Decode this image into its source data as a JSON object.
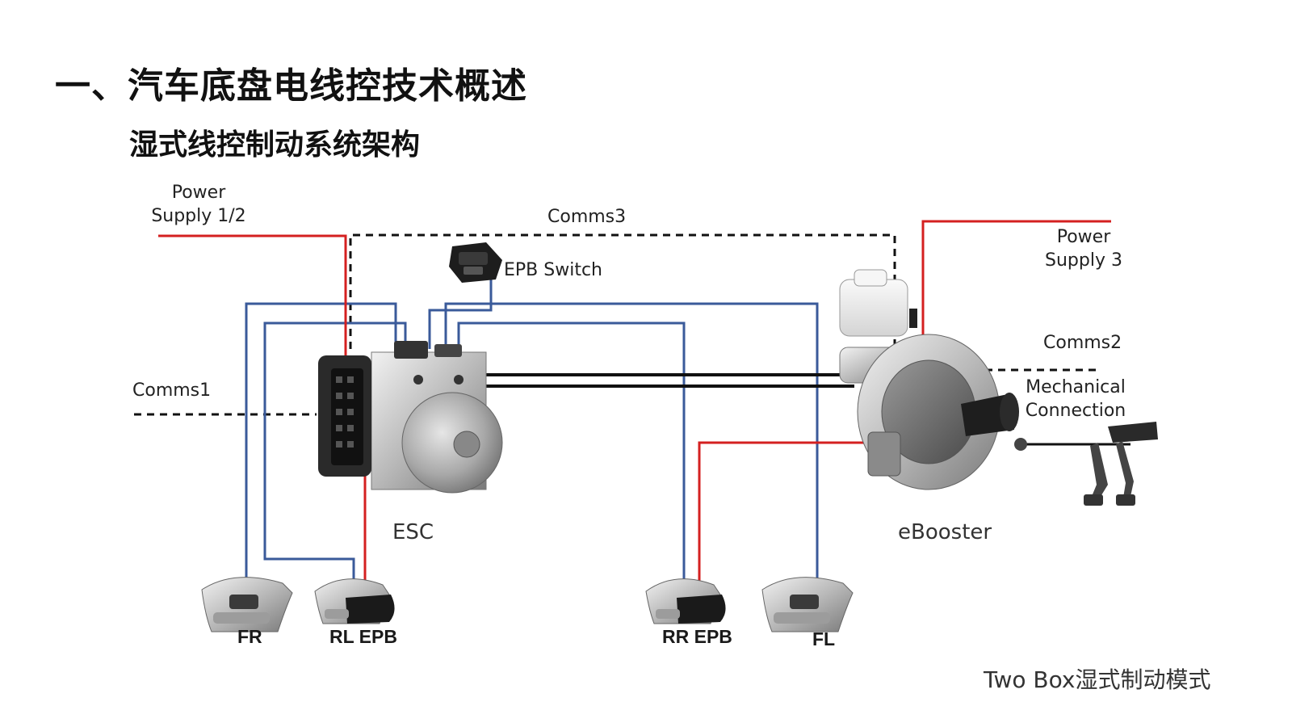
{
  "heading": {
    "title": "一、汽车底盘电线控技术概述",
    "subtitle": "湿式线控制动系统架构"
  },
  "diagram": {
    "labels": {
      "power_supply_12_line1": "Power",
      "power_supply_12_line2": "Supply 1/2",
      "comms3": "Comms3",
      "epb_switch": "EPB Switch",
      "power_supply_3_line1": "Power",
      "power_supply_3_line2": "Supply 3",
      "comms2": "Comms2",
      "mechanical_line1": "Mechanical",
      "mechanical_line2": "Connection",
      "comms1": "Comms1",
      "esc": "ESC",
      "ebooster": "eBooster",
      "fr": "FR",
      "rl_epb": "RL EPB",
      "rr_epb": "RR EPB",
      "fl": "FL"
    },
    "caption": "Two Box湿式制动模式",
    "colors": {
      "power": "#d42020",
      "signal": "#3a5a9a",
      "comms": "#111111",
      "hydraulic": "#111111"
    }
  }
}
